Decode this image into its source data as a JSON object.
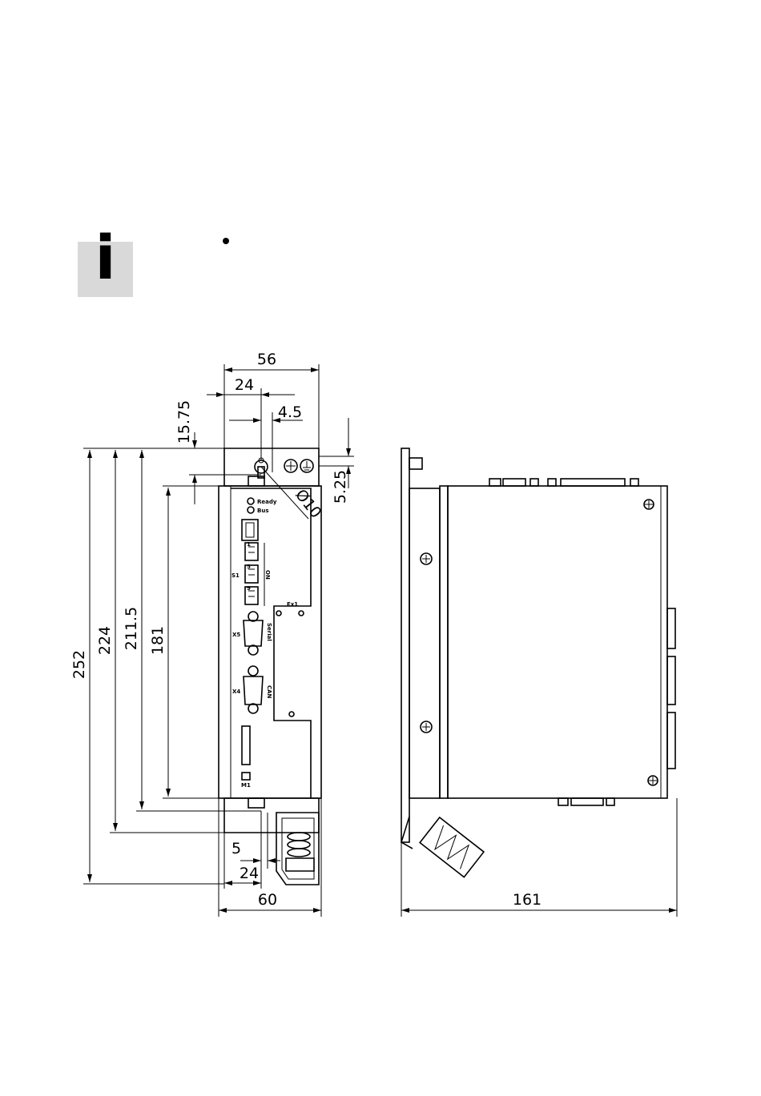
{
  "note": {
    "icon": "info-icon",
    "glyph": "i"
  },
  "dimensions": {
    "width_56": "56",
    "width_24_top": "24",
    "offset_4_5": "4.5",
    "height_15_75": "15.75",
    "height_5_25": "5.25",
    "hole_diameter": "Ø10",
    "height_252": "252",
    "height_224": "224",
    "height_211_5": "211.5",
    "height_181": "181",
    "offset_5": "5",
    "width_24_bottom": "24",
    "width_60": "60",
    "depth_161": "161"
  },
  "front_panel": {
    "led_ready": "Ready",
    "led_bus": "Bus",
    "switch_label": "S1",
    "switch_pos_1": "1",
    "switch_pos_5": "5",
    "switch_pos_9": "9",
    "switch_on": "ON",
    "slot_label": "Ex1",
    "port_x5": "X5",
    "port_x5_name": "Serial",
    "port_x4": "X4",
    "port_x4_name": "CAN",
    "connector_m1": "M1"
  }
}
